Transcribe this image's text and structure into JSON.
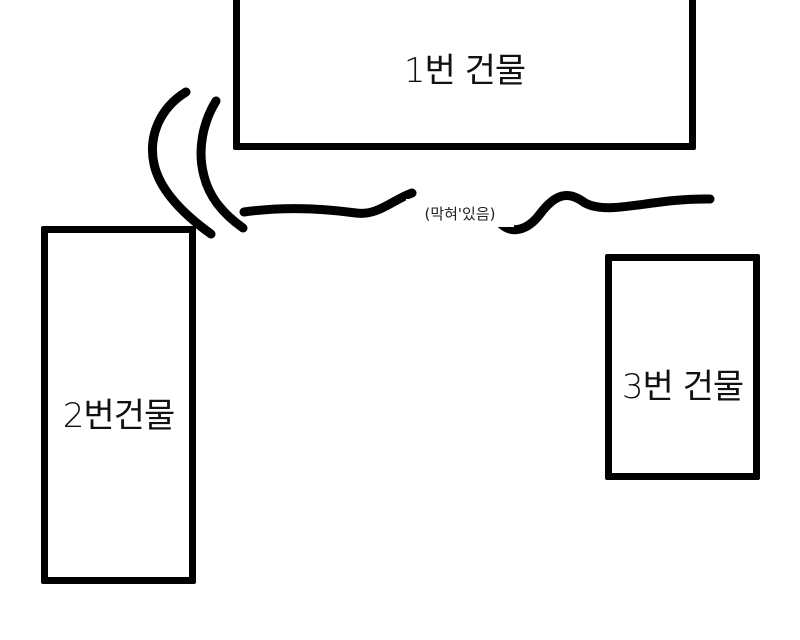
{
  "diagram": {
    "buildings": [
      {
        "id": "building-1",
        "label": "1번 건물"
      },
      {
        "id": "building-2",
        "label": "2번건물"
      },
      {
        "id": "building-3",
        "label": "3번 건물"
      }
    ],
    "blocked_note": "(막혀'있음)",
    "colors": {
      "line": "#000000",
      "background": "#ffffff"
    }
  }
}
